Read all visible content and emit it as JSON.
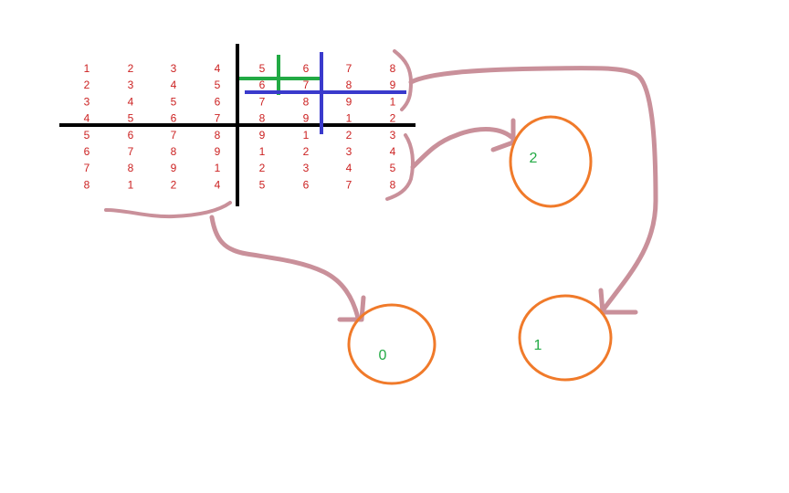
{
  "grid": {
    "rows": [
      [
        "1",
        "2",
        "3",
        "4",
        "5",
        "6",
        "7",
        "8"
      ],
      [
        "2",
        "3",
        "4",
        "5",
        "6",
        "7",
        "8",
        "9"
      ],
      [
        "3",
        "4",
        "5",
        "6",
        "7",
        "8",
        "9",
        "1"
      ],
      [
        "4",
        "5",
        "6",
        "7",
        "8",
        "9",
        "1",
        "2"
      ],
      [
        "5",
        "6",
        "7",
        "8",
        "9",
        "1",
        "2",
        "3"
      ],
      [
        "6",
        "7",
        "8",
        "9",
        "1",
        "2",
        "3",
        "4"
      ],
      [
        "7",
        "8",
        "9",
        "1",
        "2",
        "3",
        "4",
        "5"
      ],
      [
        "8",
        "1",
        "2",
        "4",
        "5",
        "6",
        "7",
        "8"
      ]
    ]
  },
  "nodes": [
    {
      "label": "2"
    },
    {
      "label": "0"
    },
    {
      "label": "1"
    }
  ],
  "colors": {
    "digits": "#cc2222",
    "axis": "#000000",
    "green_line": "#22aa44",
    "blue_line": "#3a3acc",
    "arrow": "#c9909a",
    "circle": "#f07a2a",
    "node_label": "#22aa44"
  }
}
